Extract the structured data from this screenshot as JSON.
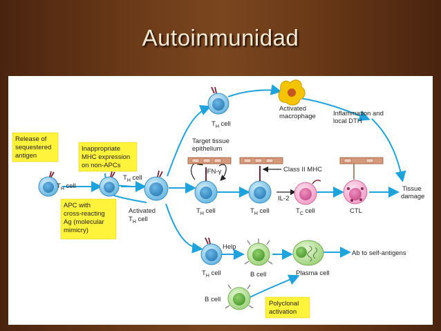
{
  "title": "Autoinmunidad",
  "colors": {
    "background": "#6b3a18",
    "title_text": "#f4e9d2",
    "arrow": "#1ea3dc",
    "highlight_box": "#fff33b",
    "th_cell": "#8ecbea",
    "b_cell": "#a8d98a",
    "tc_cell": "#f4b6d2",
    "macrophage": "#f5c400"
  },
  "yellow_boxes": {
    "release": [
      "Release of",
      "sequestered",
      "antigen"
    ],
    "inappropriate": [
      "Inappropriate",
      "MHC expression",
      "on non-APCs"
    ],
    "apc": [
      "APC with",
      "cross-reacting",
      "Ag (molecular",
      "mimicry)"
    ],
    "polyclonal": [
      "Polyclonal",
      "activation"
    ]
  },
  "labels": {
    "th_cell_1": "T",
    "th_cell_sub": "H",
    "cell_word": " cell",
    "activated_macrophage": [
      "Activated",
      "macrophage"
    ],
    "inflammation": [
      "Inflammation and",
      "local DTH"
    ],
    "target_tissue": [
      "Target tissue",
      "epithelium"
    ],
    "ifn": "IFN-γ",
    "class_ii": "Class II MHC",
    "il2": "IL-2",
    "tc_sub": "C",
    "ctl": "CTL",
    "tissue_damage": [
      "Tissue",
      "damage"
    ],
    "activated_th": [
      "Activated",
      "T"
    ],
    "help": "Help",
    "b_cell": "B cell",
    "plasma_cell": "Plasma cell",
    "ab_self": "Ab to self-antigens"
  }
}
